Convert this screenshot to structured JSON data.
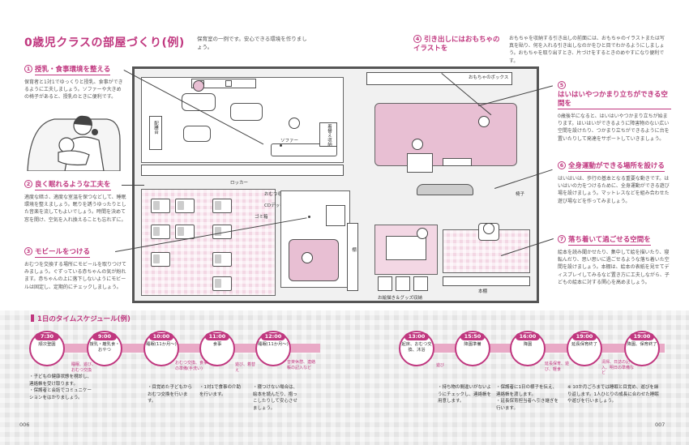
{
  "title": "0歳児クラスの部屋づくり(例)",
  "intro": "保育室の一例です。安心できる環境を作りましょう。",
  "sections": [
    {
      "num": "1",
      "head": "授乳・食事環境を整える",
      "body": "保育者と1対1でゆっくりと授乳、食事ができるように工夫しましょう。ソファーや大きめの椅子があると、授乳のときに便利です。"
    },
    {
      "num": "2",
      "head": "良く眠れるような工夫を",
      "body": "適度な暗さ、適度な室温を保つなどして、睡眠環境を整えましょう。眠りを誘うゆったりとした音楽を流してもよいでしょう。時間を決めて窓を開け、空気を入れ換えることも忘れずに。"
    },
    {
      "num": "3",
      "head": "モビールをつける",
      "body": "おむつを交換する場所にモビールを取りつけてみましょう。ぐずっている赤ちゃんの気が紛れます。赤ちゃんの上に落下しないようにモビールは固定し、定期的にチェックしましょう。"
    },
    {
      "num": "4",
      "head": "引き出しにはおもちゃのイラストを",
      "body": "おもちゃを収納する引き出しの前面には、おもちゃのイラストまたは写真を貼り、何を入れる引き出しなのかをひと目でわかるようにしましょう。おもちゃを取り出すとき、片づけをするときのめやすになり便利です。"
    },
    {
      "num": "5",
      "head": "はいはいやつかまり立ちができる空間を",
      "body": "0歳後半になると、はいはいやつかまり立ちが始まります。はいはいができるように障害物のない広い空間を設けたり、つかまり立ちができるように台を置いたりして発達をサポートしていきましょう。"
    },
    {
      "num": "6",
      "head": "全身運動ができる場所を設ける",
      "body": "はいはいは、歩行の基本となる重要な動きです。はいはいの力をつけるために、全身運動ができる遊び場を設けましょう。マットレスなどを組み合わせた遊び場などを作ってみましょう。"
    },
    {
      "num": "7",
      "head": "落ち着いて過ごせる空間を",
      "body": "絵本を読み聞かせたり、集中して絵を描いたり、寝転んだり、思い思いに過ごせるような落ち着いた空間を設けましょう。本棚は、絵本の表紙を見せてディスプレイしてみるなど置き方に工夫しながら、子どもの絵本に対する関心を高めましょう。"
    }
  ],
  "plan": {
    "toy_box": "おもちゃのボックス",
    "sofa": "ソファー",
    "dining": "配膳台",
    "storage": "着替え収納",
    "locker": "ロッカー",
    "diaper_storage": "おむつ収納",
    "cd_deck": "CDデッキ",
    "trash": "ゴミ箱",
    "shelf": "棚",
    "bookshelf": "本棚",
    "picture_book": "お絵描き＆グッズ収納",
    "chair": "椅子"
  },
  "schedule": {
    "title": "1日のタイムスケジュール(例)",
    "items": [
      {
        "time": "7:30",
        "act": "順次登園"
      },
      {
        "time": "9:00",
        "act": "授乳・離乳食・おやつ"
      },
      {
        "time": "10:00",
        "act": "睡眠(11か月～)"
      },
      {
        "time": "11:00",
        "act": "食事"
      },
      {
        "time": "12:00",
        "act": "睡眠(11か月～)"
      },
      {
        "time": "13:00",
        "act": "起床、おむつ交換、沐浴"
      },
      {
        "time": "15:50",
        "act": "降園準備"
      },
      {
        "time": "16:00",
        "act": "降園"
      },
      {
        "time": "19:00",
        "act": "延長保育終了"
      },
      {
        "time": "19:00",
        "act": "降園、保育終了"
      }
    ],
    "minis": [
      "睡眠、遊び、おむつ交換",
      "おむつ交換、食事の準備(手洗い)",
      "遊び、着替え",
      "音楽休憩、連絡帳の記入など",
      "遊び",
      "延長保育、遊び、軽食",
      "清掃、日誌の記入、明日の準備など"
    ],
    "notes": [
      "・子どもの健康状態を視診し、連絡帳を受け取ります。\n・保護者と会話でコミュニケーションをはかりましょう。",
      "・目覚めた子どもからおむつ交換を行います。",
      "・1対1で食事の介助を行います。",
      "・寝つけない場合は、絵本を読んだり、抱っこしたりして安心させましょう。",
      "・持ち物の間違いがないようにチェックし、連絡帳を用意します。",
      "・保護者に1日の様子を伝え、連絡帳を渡します。\n・延長保育担当者へ引き継ぎを行います。",
      "※ 10か月ごろまでは睡眠と目覚め、遊びを繰り返します。1人ひとりの成長に合わせた睡眠や遊びを行いましょう。"
    ]
  },
  "pages": {
    "left": "006",
    "right": "007"
  },
  "colors": {
    "accent": "#c0377f",
    "pink": "#e8bfd3",
    "band": "#e9a9c6"
  }
}
